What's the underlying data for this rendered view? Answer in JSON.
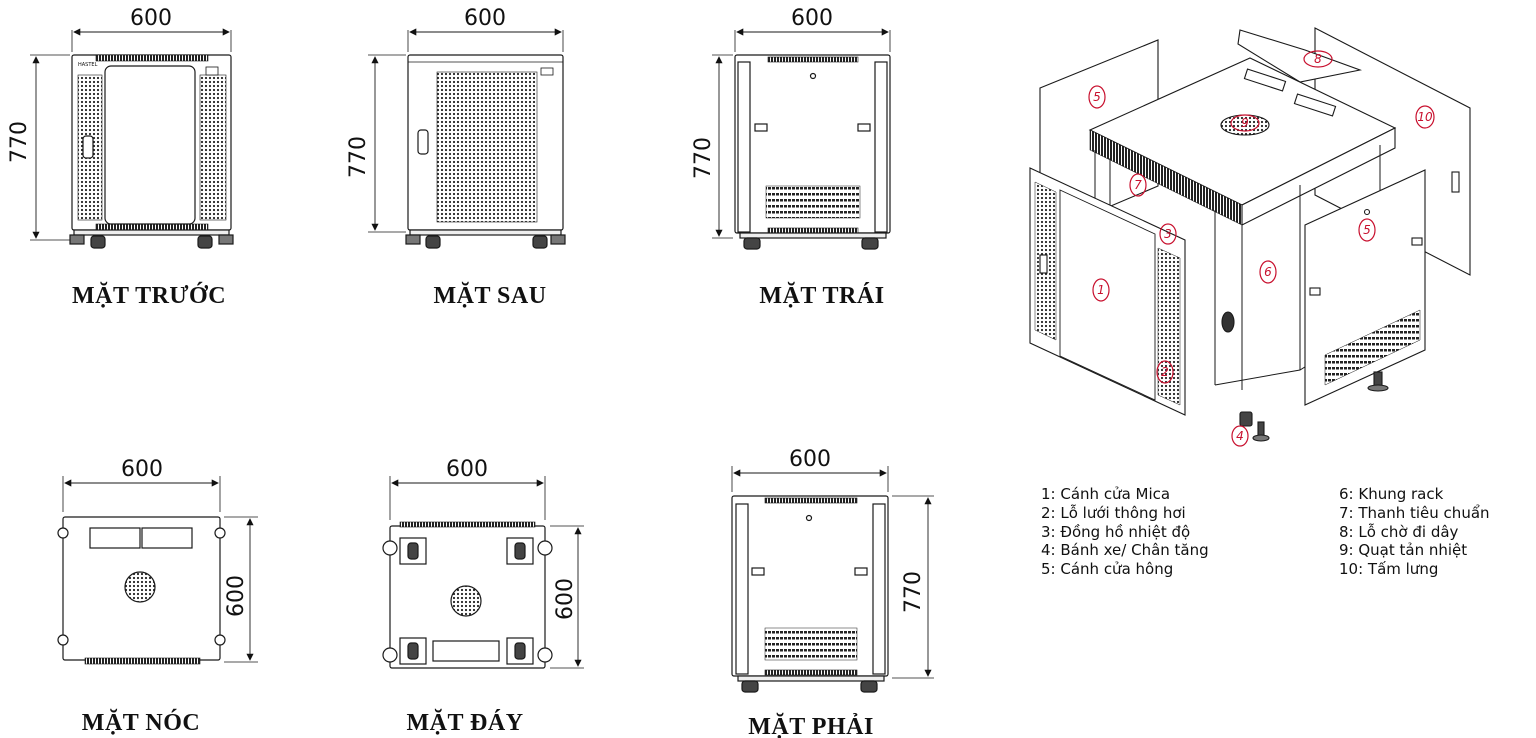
{
  "dimensions": {
    "width": "600",
    "height": "770",
    "depth": "600"
  },
  "views": {
    "front": "MẶT TRƯỚC",
    "back": "MẶT SAU",
    "left": "MẶT TRÁI",
    "top": "MẶT NÓC",
    "bottom": "MẶT ĐÁY",
    "right": "MẶT PHẢI"
  },
  "brand_mark": "HASTEL",
  "callout_numbers": [
    "1",
    "2",
    "3",
    "4",
    "5",
    "6",
    "7",
    "8",
    "9",
    "10"
  ],
  "legend": {
    "left_column": [
      "1: Cánh cửa Mica",
      "2: Lỗ lưới thông hơi",
      "3: Đồng hồ nhiệt độ",
      "4: Bánh xe/ Chân tăng",
      "5: Cánh cửa hông"
    ],
    "right_column": [
      "6: Khung rack",
      "7: Thanh tiêu chuẩn",
      "8: Lỗ chờ đi dây",
      "9: Quạt tản nhiệt",
      "10: Tấm lưng"
    ]
  },
  "colors": {
    "line": "#1a1a1a",
    "callout": "#c8102e"
  }
}
